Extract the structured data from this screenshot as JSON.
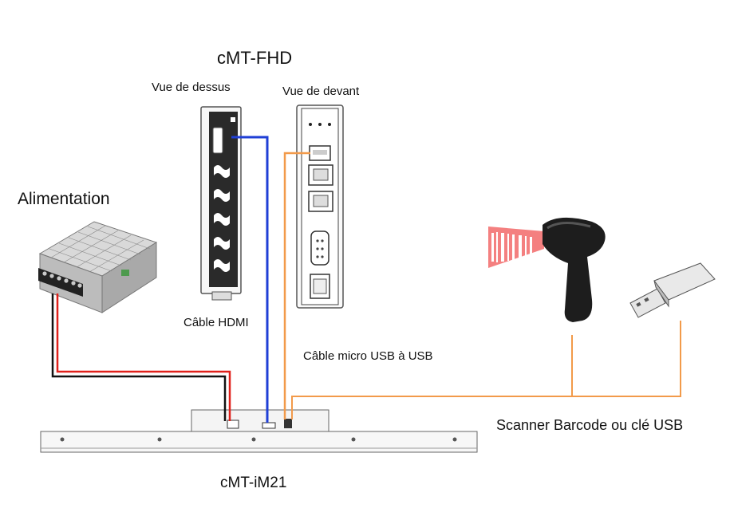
{
  "title": "cMT-FHD",
  "views": {
    "top": "Vue de dessus",
    "front": "Vue de devant"
  },
  "labels": {
    "power_supply": "Alimentation",
    "hdmi_cable": "Câble HDMI",
    "usb_cable": "Câble micro USB à USB",
    "scanner_or_key": "Scanner Barcode ou clé USB",
    "panel": "cMT-iM21"
  },
  "colors": {
    "hdmi_cable": "#1f3fd6",
    "usb_cable": "#f29a4a",
    "power_positive": "#e0201a",
    "power_negative": "#111111"
  }
}
